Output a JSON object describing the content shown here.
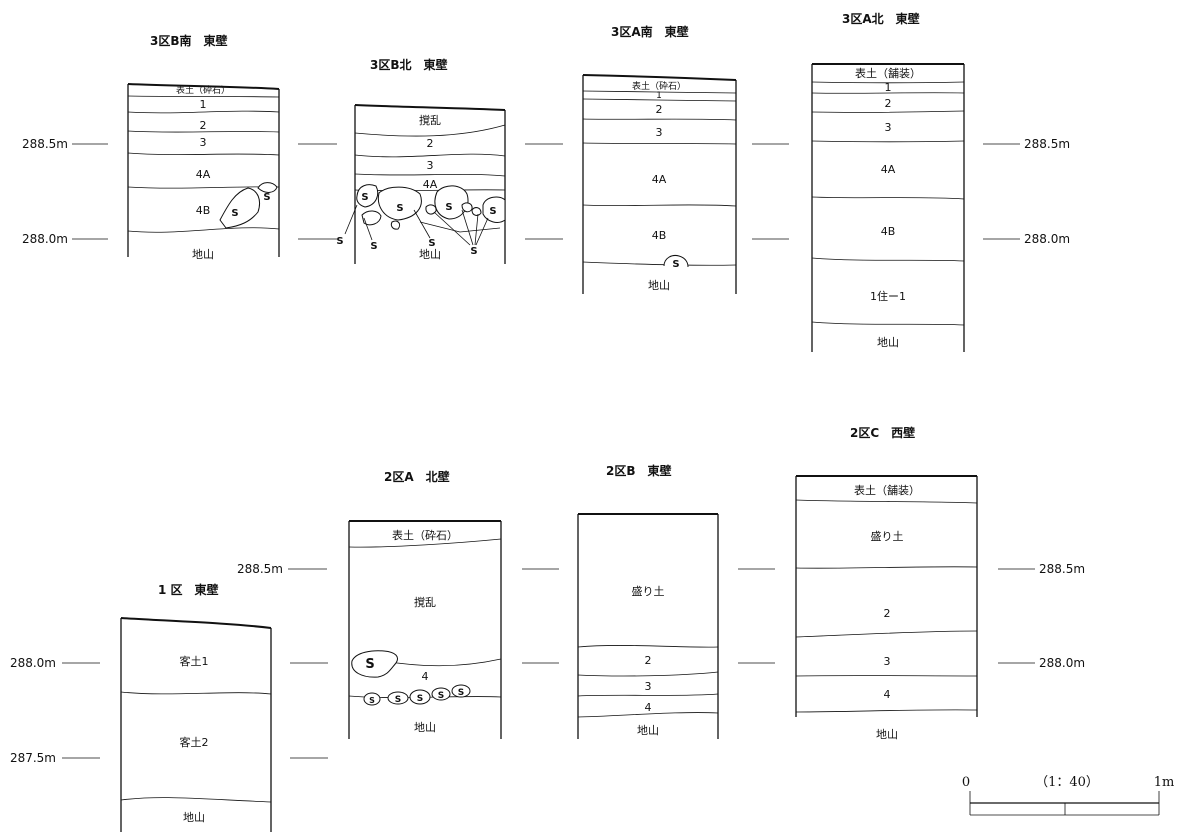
{
  "sections": {
    "s3bs": {
      "title": "3区B南　東壁",
      "layers": {
        "hyodo": "表土（砕石）",
        "l1": "1",
        "l2": "2",
        "l3": "3",
        "l4a": "4A",
        "l4b": "4B",
        "jiyama": "地山"
      },
      "stones": [
        "S",
        "S"
      ]
    },
    "s3bn": {
      "title": "3区B北　東壁",
      "layers": {
        "kakuran": "撹乱",
        "l2": "2",
        "l3": "3",
        "l4a": "4A",
        "jiyama": "地山"
      },
      "stones": [
        "S",
        "S",
        "S",
        "S",
        "S",
        "S",
        "S",
        "S"
      ]
    },
    "s3as": {
      "title": "3区A南　東壁",
      "layers": {
        "hyodo": "表土（砕石）",
        "l1": "1",
        "l2": "2",
        "l3": "3",
        "l4a": "4A",
        "l4b": "4B",
        "jiyama": "地山"
      },
      "stones": [
        "S"
      ]
    },
    "s3an": {
      "title": "3区A北　東壁",
      "layers": {
        "hyodo": "表土（舗装）",
        "l1": "1",
        "l2": "2",
        "l3": "3",
        "l4a": "4A",
        "l4b": "4B",
        "ju": "1住ー1",
        "jiyama": "地山"
      }
    },
    "s2aa": {
      "title": "2区A　北壁",
      "layers": {
        "hyodo": "表土（砕石）",
        "kakuran": "撹乱",
        "l4": "4",
        "jiyama": "地山"
      },
      "stones": [
        "S",
        "S",
        "S",
        "S",
        "S",
        "S"
      ]
    },
    "s2b": {
      "title": "2区B　東壁",
      "layers": {
        "morido": "盛り土",
        "l2": "2",
        "l3": "3",
        "l4": "4",
        "jiyama": "地山"
      }
    },
    "s2c": {
      "title": "2区C　西壁",
      "layers": {
        "hyodo": "表土（舗装）",
        "morido": "盛り土",
        "l2": "2",
        "l3": "3",
        "l4": "4",
        "jiyama": "地山"
      }
    },
    "s1": {
      "title": "1 区　東壁",
      "layers": {
        "kyakudo1": "客土1",
        "kyakudo2": "客土2",
        "jiyama": "地山"
      }
    }
  },
  "levels": {
    "l2885": "288.5m",
    "l2880": "288.0m",
    "l2875": "287.5m"
  },
  "scale": {
    "zero": "0",
    "ratio": "（1：40）",
    "one": "1m"
  }
}
